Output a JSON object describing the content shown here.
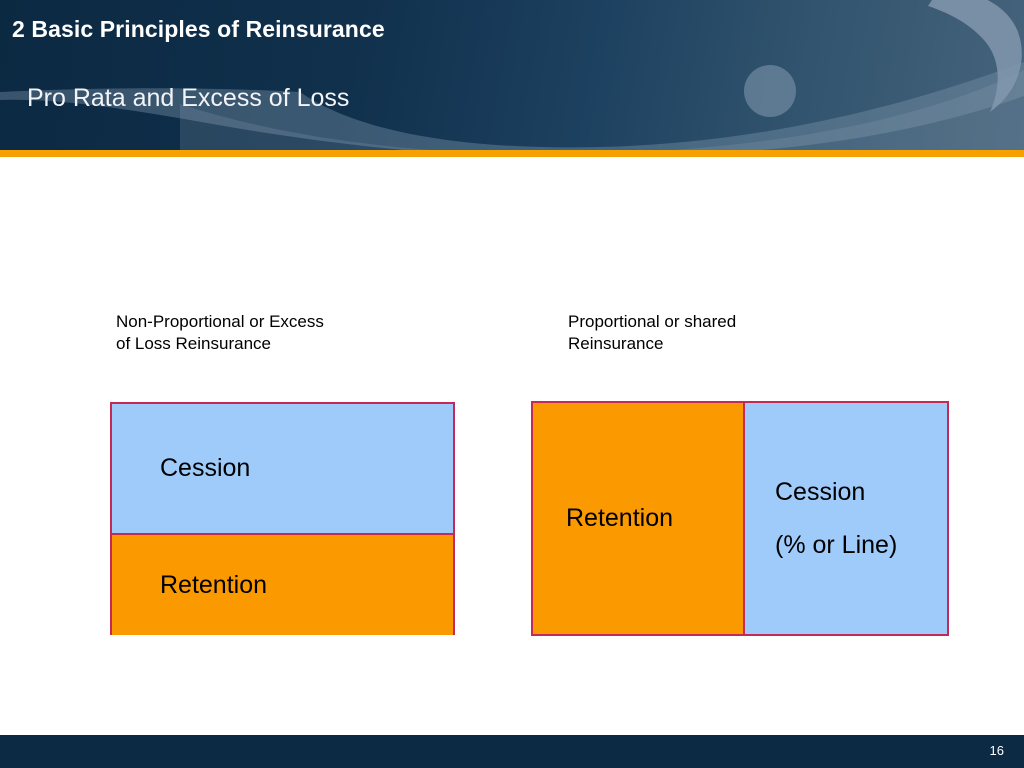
{
  "slide": {
    "title": "2 Basic Principles of Reinsurance",
    "subtitle": "Pro Rata and Excess of Loss",
    "page_number": "16"
  },
  "colors": {
    "header_navy": "#0c2942",
    "header_navy_light": "#46637c",
    "accent_orange": "#f5a100",
    "segment_blue": "#9fcbfa",
    "segment_orange": "#fb9900",
    "segment_border": "#c42a55",
    "footer_navy": "#0d2a45",
    "decor_blue": "#7e96ad"
  },
  "diagrams": [
    {
      "id": "non-proportional",
      "caption": "Non-Proportional or Excess\nof Loss Reinsurance",
      "orientation": "vertical",
      "segments": [
        {
          "label": "Cession",
          "fill": "blue"
        },
        {
          "label": "Retention",
          "fill": "orange"
        }
      ]
    },
    {
      "id": "proportional",
      "caption": "Proportional or shared\nReinsurance",
      "orientation": "horizontal",
      "segments": [
        {
          "label": "Retention",
          "fill": "orange"
        },
        {
          "label": "Cession",
          "label_2": "(% or Line)",
          "fill": "blue"
        }
      ]
    }
  ]
}
